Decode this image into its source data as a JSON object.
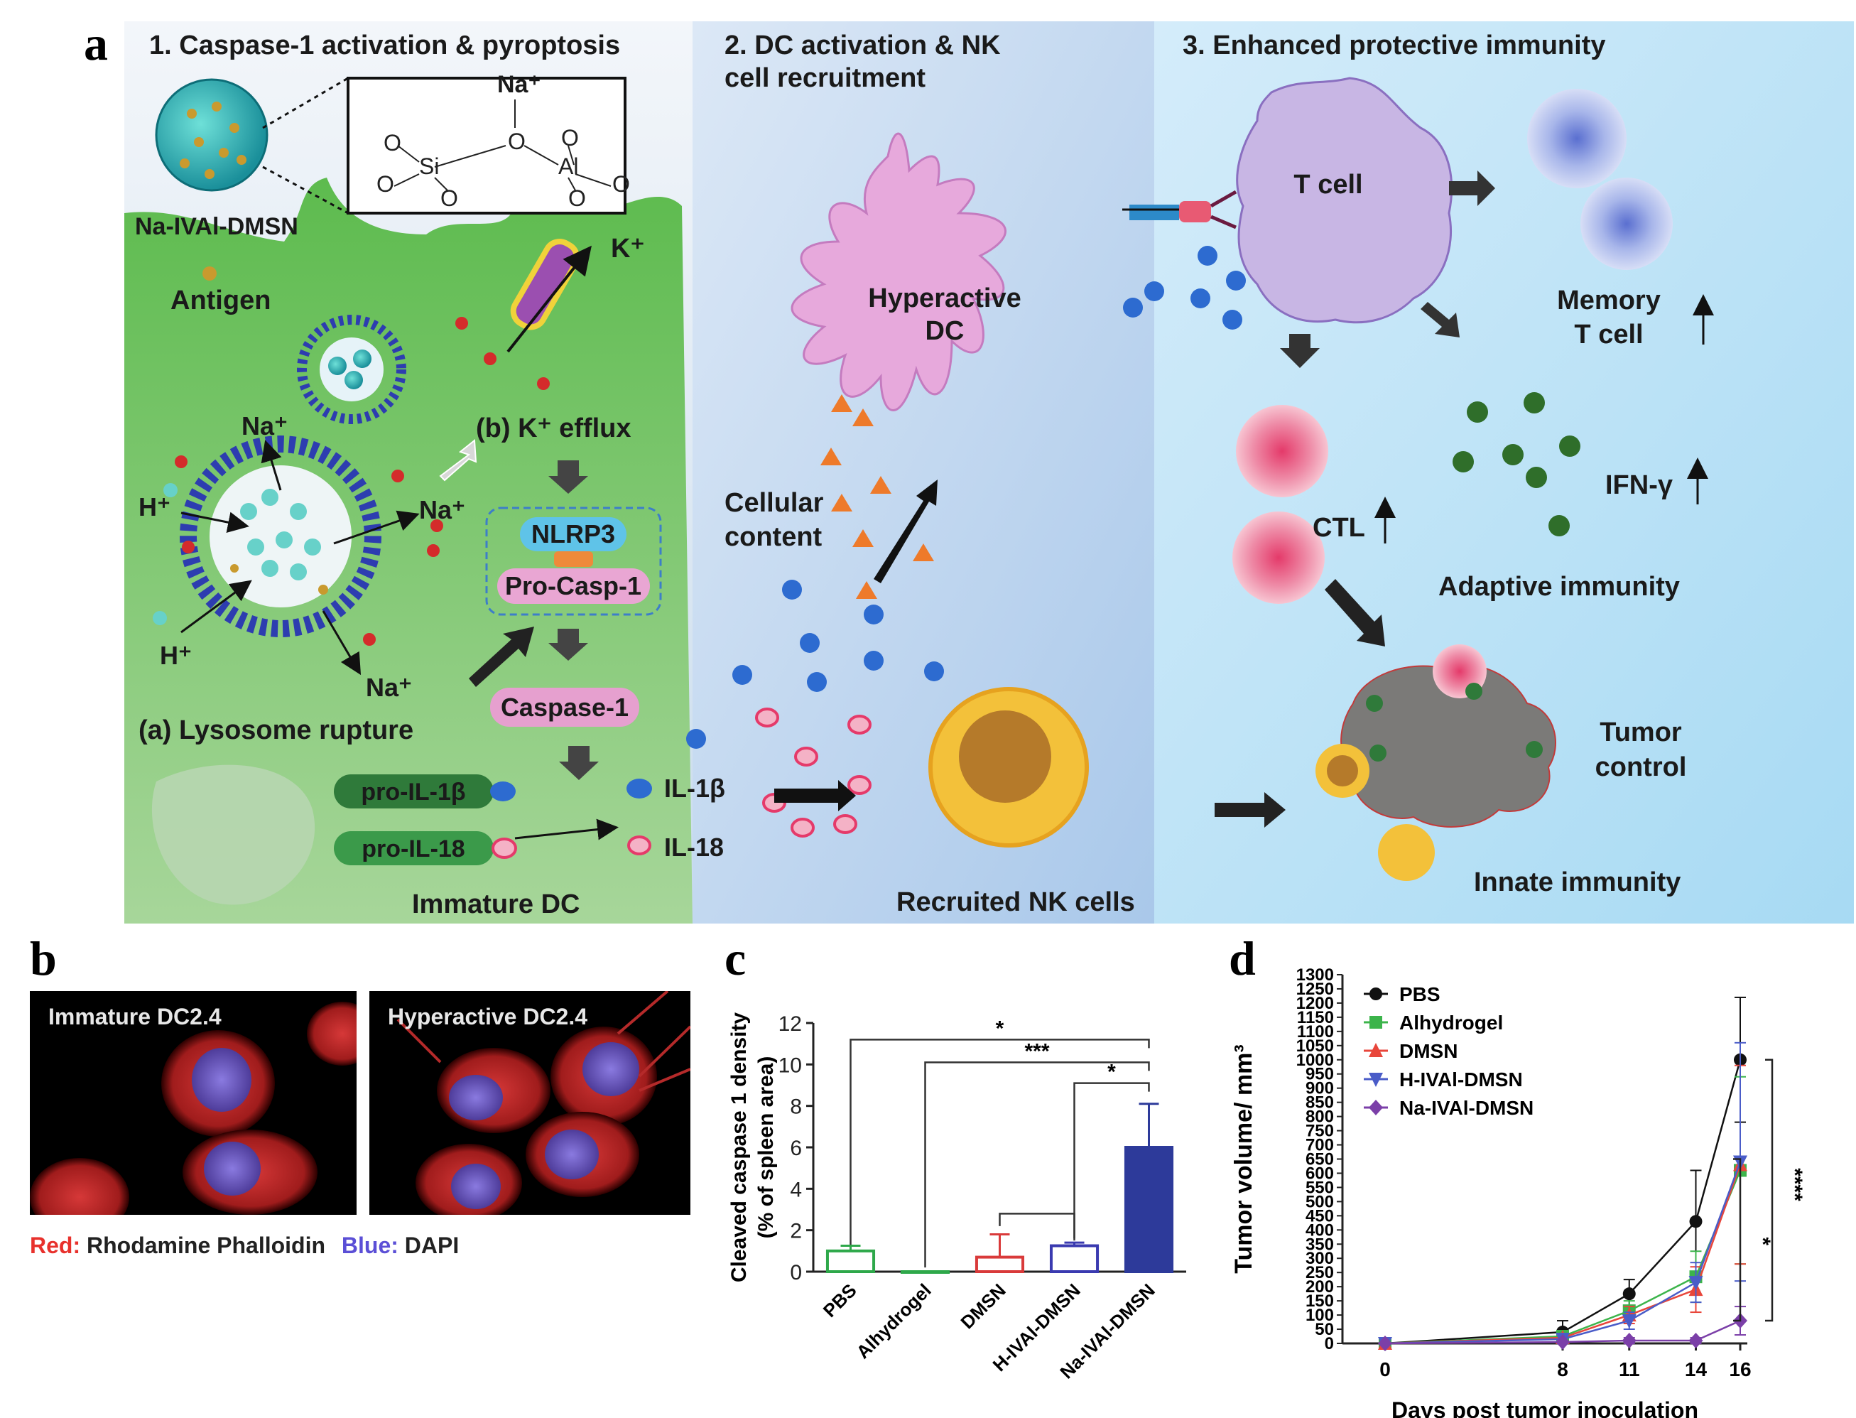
{
  "panel_letters": {
    "a": "a",
    "b": "b",
    "c": "c",
    "d": "d"
  },
  "panel_a": {
    "section1_title": "1. Caspase-1 activation & pyroptosis",
    "section2_title_line1": "2. DC activation & NK",
    "section2_title_line2": "cell recruitment",
    "section3_title": "3. Enhanced protective immunity",
    "na_plus": "Na⁺",
    "k_plus": "K⁺",
    "h_plus": "H⁺",
    "particle_label": "Na-IVAl-DMSN",
    "antigen": "Antigen",
    "k_efflux": "(b) K⁺ efflux",
    "nlrp3": "NLRP3",
    "pro_casp1": "Pro-Casp-1",
    "caspase1": "Caspase-1",
    "lysosome_rupture": "(a) Lysosome rupture",
    "pro_il1b": "pro-IL-1β",
    "pro_il18": "pro-IL-18",
    "il1b": "IL-1β",
    "il18": "IL-18",
    "immature_dc": "Immature DC",
    "hyperactive_dc_line1": "Hyperactive",
    "hyperactive_dc_line2": "DC",
    "cellular_line1": "Cellular",
    "cellular_line2": "content",
    "recruited_nk": "Recruited NK cells",
    "t_cell": "T cell",
    "memory_line1": "Memory",
    "memory_line2": "T cell",
    "ifn": "IFN-γ",
    "ctl": "CTL",
    "adaptive": "Adaptive immunity",
    "tumor_line1": "Tumor",
    "tumor_line2": "control",
    "innate": "Innate immunity",
    "chem_atoms": {
      "si": "Si",
      "al": "Al",
      "o": "O"
    }
  },
  "panel_b": {
    "left_caption": "Immature DC2.4",
    "right_caption": "Hyperactive DC2.4",
    "legend_red_key": "Red:",
    "legend_red_val": "Rhodamine Phalloidin",
    "legend_blue_key": "Blue:",
    "legend_blue_val": "DAPI",
    "colors": {
      "red": "#e8312c",
      "blue": "#5b4fd6"
    }
  },
  "chart_data": [
    {
      "type": "bar",
      "panel": "c",
      "ylabel_line1": "Cleaved caspase 1 density",
      "ylabel_line2": "(% of spleen area)",
      "ylim": [
        0,
        12
      ],
      "yticks": [
        "0",
        "2",
        "4",
        "6",
        "8",
        "10",
        "12"
      ],
      "categories": [
        "PBS",
        "Alhydrogel",
        "DMSN",
        "H-IVAl-DMSN",
        "Na-IVAl-DMSN"
      ],
      "values": [
        1.0,
        0.0,
        0.7,
        1.25,
        6.0
      ],
      "errors": [
        0.25,
        0.0,
        1.1,
        0.15,
        2.1
      ],
      "colors": [
        "#2ea84a",
        "#2ea84a",
        "#d93a3a",
        "#3a3ab0",
        "#2d3a9a"
      ],
      "filled": [
        false,
        false,
        false,
        false,
        true
      ],
      "significance": [
        "*",
        "***",
        "*"
      ]
    },
    {
      "type": "line",
      "panel": "d",
      "xlabel": "Days post tumor inoculation",
      "ylabel": "Tumor volume/ mm³",
      "x": [
        0,
        8,
        11,
        14,
        16
      ],
      "xticks": [
        "0",
        "8",
        "11",
        "14",
        "16"
      ],
      "ylim": [
        0,
        1300
      ],
      "yticks": [
        "0",
        "50",
        "100",
        "150",
        "200",
        "250",
        "300",
        "350",
        "400",
        "450",
        "500",
        "550",
        "600",
        "650",
        "700",
        "750",
        "800",
        "850",
        "900",
        "950",
        "1000",
        "1050",
        "1100",
        "1150",
        "1200",
        "1250",
        "1300"
      ],
      "series": [
        {
          "name": "PBS",
          "color": "#111111",
          "marker": "circle",
          "values": [
            0,
            40,
            175,
            430,
            1000
          ],
          "errors": [
            0,
            40,
            50,
            180,
            220
          ]
        },
        {
          "name": "Alhydrogel",
          "color": "#3cb44b",
          "marker": "square",
          "values": [
            0,
            25,
            115,
            235,
            610
          ],
          "errors": [
            0,
            20,
            35,
            90,
            330
          ]
        },
        {
          "name": "DMSN",
          "color": "#e8463b",
          "marker": "triangle",
          "values": [
            0,
            20,
            100,
            190,
            630
          ],
          "errors": [
            0,
            15,
            30,
            80,
            350
          ]
        },
        {
          "name": "H-IVAl-DMSN",
          "color": "#4a5cc8",
          "marker": "triangle-down",
          "values": [
            0,
            15,
            80,
            215,
            640
          ],
          "errors": [
            0,
            15,
            30,
            70,
            420
          ]
        },
        {
          "name": "Na-IVAl-DMSN",
          "color": "#7b3fa8",
          "marker": "diamond",
          "values": [
            0,
            5,
            10,
            10,
            80
          ],
          "errors": [
            0,
            5,
            10,
            10,
            50
          ]
        }
      ],
      "significance": [
        "*",
        "****"
      ]
    }
  ]
}
